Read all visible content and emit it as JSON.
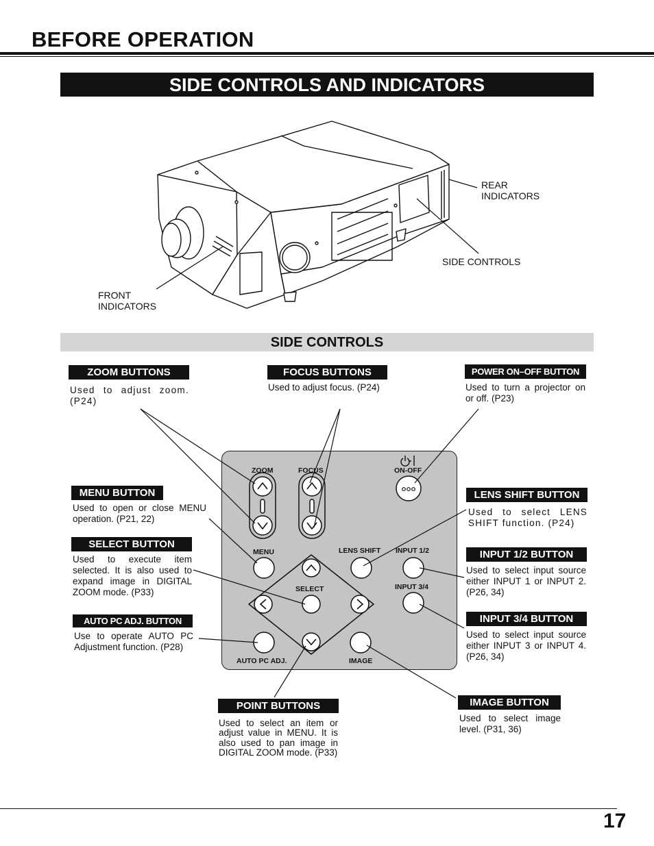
{
  "header": {
    "section_title": "BEFORE OPERATION",
    "banner": "SIDE CONTROLS AND INDICATORS"
  },
  "diagram_callouts": {
    "rear_indicators": [
      "REAR",
      "INDICATORS"
    ],
    "side_controls": "SIDE CONTROLS",
    "front_indicators": [
      "FRONT",
      "INDICATORS"
    ]
  },
  "sub_banner": "SIDE CONTROLS",
  "buttons": {
    "zoom": {
      "label": "ZOOM BUTTONS",
      "desc": "Used to adjust zoom. (P24)"
    },
    "focus": {
      "label": "FOCUS BUTTONS",
      "desc": "Used to adjust focus.  (P24)"
    },
    "power": {
      "label": "POWER ON–OFF BUTTON",
      "desc": "Used to turn a projector on or off.  (P23)"
    },
    "menu": {
      "label": "MENU BUTTON",
      "desc": "Used to open or close MENU operation. (P21, 22)"
    },
    "lens_shift": {
      "label": "LENS SHIFT BUTTON",
      "desc": "Used to select LENS SHIFT function. (P24)"
    },
    "select": {
      "label": "SELECT BUTTON",
      "desc": "Used to execute item selected.  It is also used to expand image in DIGITAL ZOOM mode. (P33)"
    },
    "input12": {
      "label": "INPUT 1/2 BUTTON",
      "desc": "Used to select input source either INPUT 1 or INPUT 2. (P26, 34)"
    },
    "autopc": {
      "label": "AUTO PC ADJ. BUTTON",
      "desc": "Use to operate AUTO PC Adjustment function.  (P28)"
    },
    "input34": {
      "label": "INPUT 3/4 BUTTON",
      "desc": "Used to select input source either INPUT 3 or INPUT 4. (P26, 34)"
    },
    "point": {
      "label": "POINT BUTTONS",
      "desc": "Used to select an item or adjust value in MENU.  It is also used to pan image in DIGITAL ZOOM mode. (P33)"
    },
    "image": {
      "label": "IMAGE BUTTON",
      "desc": "Used to select image level.  (P31, 36)"
    }
  },
  "panel_labels": {
    "zoom": "ZOOM",
    "focus": "FOCUS",
    "on_off": "ON-OFF",
    "menu": "MENU",
    "lens_shift": "LENS SHIFT",
    "input12": "INPUT 1/2",
    "select": "SELECT",
    "input34": "INPUT 3/4",
    "auto_pc": "AUTO PC ADJ.",
    "image": "IMAGE"
  },
  "page_number": "17"
}
